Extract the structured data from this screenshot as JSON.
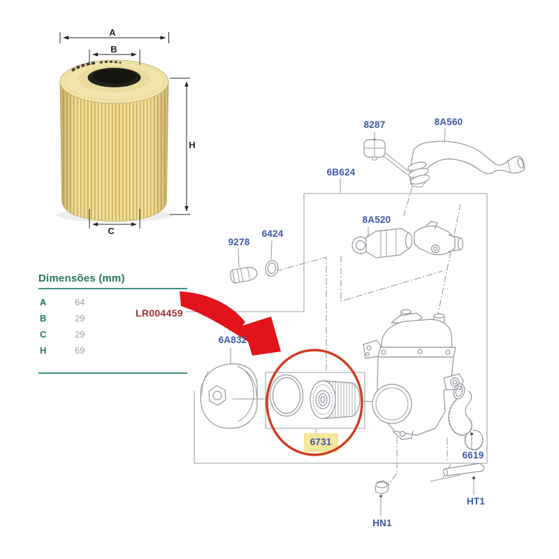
{
  "photo": {
    "dimension_labels": {
      "a": "A",
      "b": "B",
      "h": "H",
      "c": "C"
    }
  },
  "dimensions_table": {
    "title": "Dimensões (mm)",
    "rows": [
      {
        "label": "A",
        "value": "64"
      },
      {
        "label": "B",
        "value": "29"
      },
      {
        "label": "C",
        "value": "29"
      },
      {
        "label": "H",
        "value": "69"
      }
    ]
  },
  "reference_number": "LR004459",
  "diagram": {
    "part_labels": [
      "8287",
      "8A560",
      "6B624",
      "8A520",
      "9278",
      "6424",
      "6A832",
      "6619",
      "HT1",
      "HN1"
    ],
    "highlighted_part": "6731"
  },
  "colors": {
    "part_label_blue": "#3b56a8",
    "reference_red": "#a03038",
    "table_green": "#1e7a55",
    "table_rule_teal": "#3a9183",
    "value_gray": "#9aa0a0",
    "arrow_red": "#e2131a",
    "circle_red": "#cf3a1e",
    "highlight_yellow": "#f5e69b",
    "line_art_gray": "#8f959c",
    "filter_yellow": "#ecd98e"
  }
}
